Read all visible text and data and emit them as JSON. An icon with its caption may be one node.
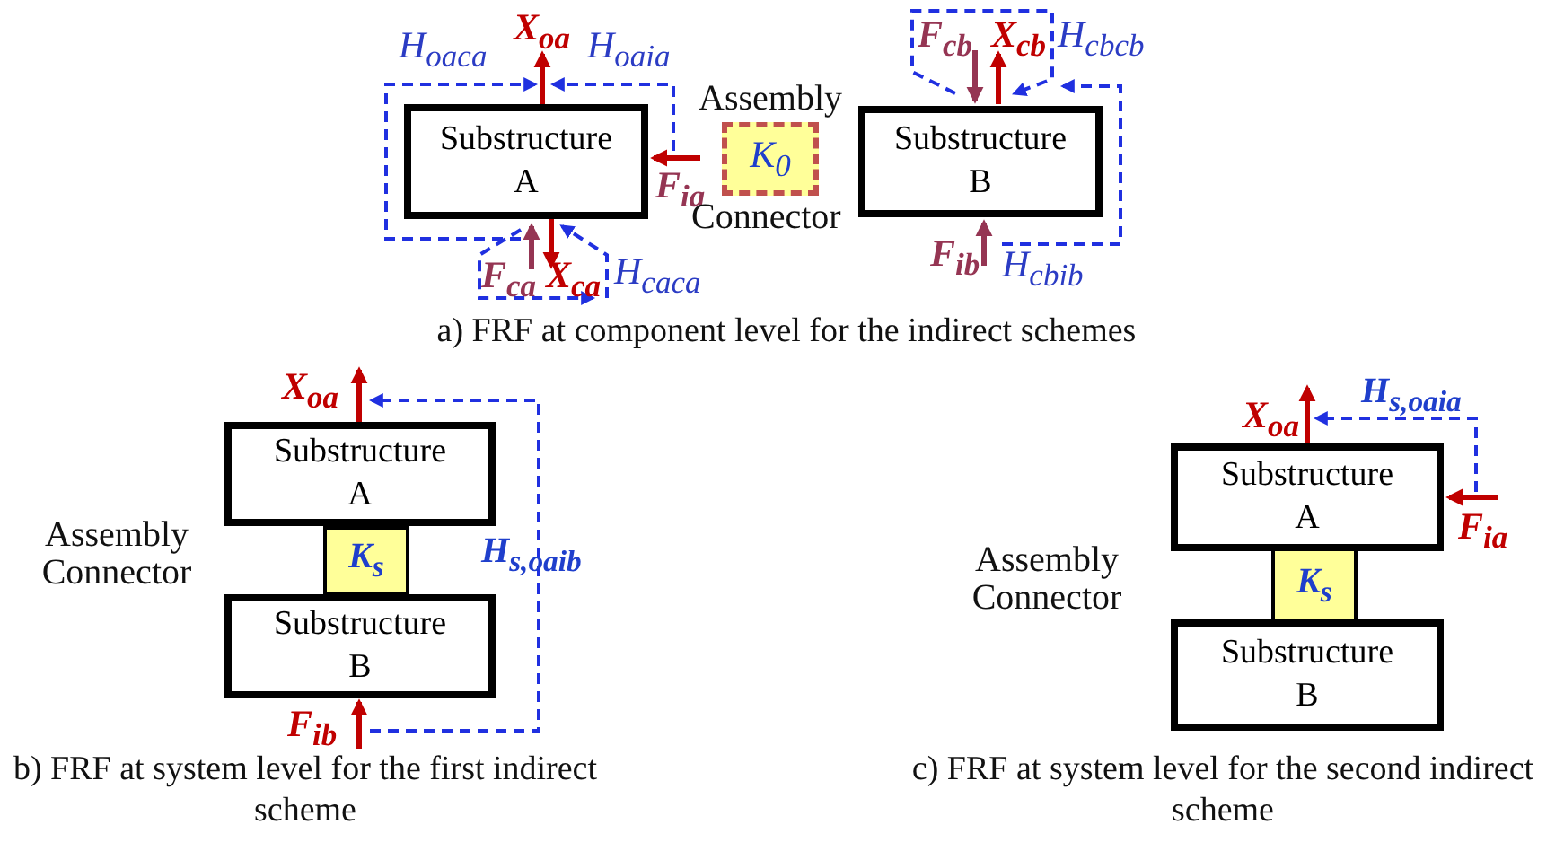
{
  "diagram": {
    "nodes": [
      {
        "text": [
          "Substructure A"
        ]
      },
      {
        "text": [
          "K$_{0}$"
        ]
      },
      {
        "text": [
          "Substructure B"
        ]
      },
      {
        "text": [
          "Substructure A"
        ]
      },
      {
        "text": [
          "K$_{s}$"
        ]
      },
      {
        "text": [
          "Substructure B"
        ]
      },
      {
        "text": [
          "Substructure A"
        ]
      },
      {
        "text": [
          "K$_{s}$"
        ]
      },
      {
        "text": [
          "Substructure B"
        ]
      }
    ],
    "labels": [
      "X$_{oa}$",
      "H$_{oaca}$",
      "H$_{oaia}$",
      "F$_{cb}$",
      "X$_{cb}$",
      "H$_{cbcb}$",
      "Assembly",
      "F$_{ia}$",
      "Connector",
      "F$_{ca}$",
      "X$_{ca}$",
      "H$_{caca}$",
      "F$_{ib}$",
      "H$_{cbib}$",
      "a) FRF at component level for the indirect schemes",
      "X$_{oa}$",
      "Assembly Connector",
      "H$_{s,oaib}$",
      "F$_{ib}$",
      "b) FRF at system level for the first indirect scheme",
      "X$_{oa}$",
      "H$_{s,oaia}$",
      "Assembly Connector",
      "F$_{ia}$",
      "c) FRF at system level for the second indirect scheme"
    ]
  }
}
